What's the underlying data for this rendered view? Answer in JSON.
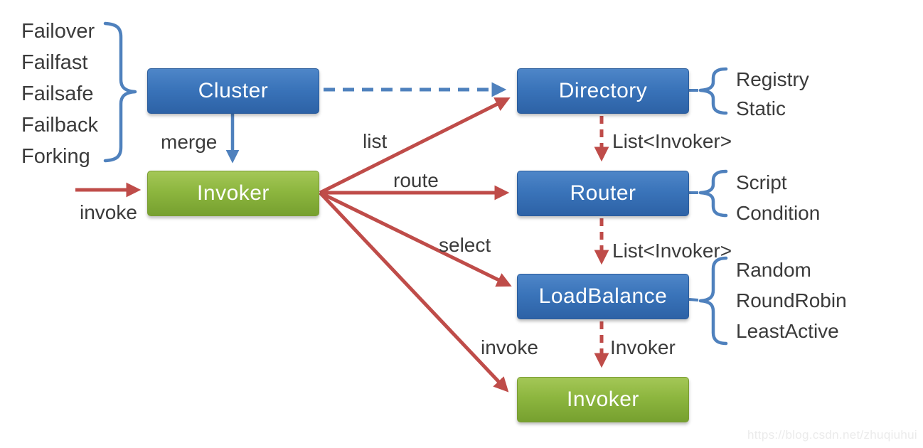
{
  "diagram": {
    "nodes": {
      "cluster": {
        "label": "Cluster"
      },
      "invoker": {
        "label": "Invoker"
      },
      "directory": {
        "label": "Directory"
      },
      "router": {
        "label": "Router"
      },
      "loadbalance": {
        "label": "LoadBalance"
      },
      "invoker_result": {
        "label": "Invoker"
      }
    },
    "cluster_strategies": [
      "Failover",
      "Failfast",
      "Failsafe",
      "Failback",
      "Forking"
    ],
    "directory_types": [
      "Registry",
      "Static"
    ],
    "router_types": [
      "Script",
      "Condition"
    ],
    "loadbalance_types": [
      "Random",
      "RoundRobin",
      "LeastActive"
    ],
    "edge_labels": {
      "merge": "merge",
      "invoke_in": "invoke",
      "list": "list",
      "route": "route",
      "select": "select",
      "invoke_out": "invoke",
      "list_invoker_from_directory": "List<Invoker>",
      "list_invoker_from_router": "List<Invoker>",
      "invoker_from_loadbalance": "Invoker"
    },
    "colors": {
      "blue_box": "#3a74ba",
      "green_box": "#8db63f",
      "red": "#bf4c49",
      "blue": "#4f81bd",
      "text": "#3b3b3b",
      "watermark": "#ebebeb"
    },
    "watermark": "https://blog.csdn.net/zhuqiuhui"
  }
}
